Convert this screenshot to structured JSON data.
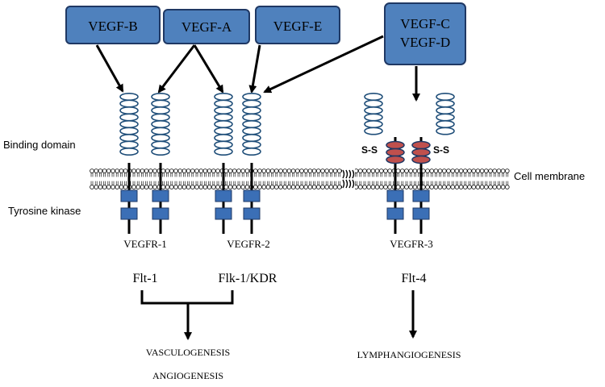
{
  "ligands": {
    "vegf_b": "VEGF-B",
    "vegf_a": "VEGF-A",
    "vegf_e": "VEGF-E",
    "vegf_c": "VEGF-C",
    "vegf_d": "VEGF-D"
  },
  "side_labels": {
    "binding_domain": "Binding domain",
    "tyrosine_kinase": "Tyrosine kinase",
    "cell_membrane": "Cell membrane"
  },
  "receptors": {
    "vegfr1": "VEGFR-1",
    "vegfr2": "VEGFR-2",
    "vegfr3": "VEGFR-3"
  },
  "aliases": {
    "flt1": "Flt-1",
    "flk1": "Flk-1/KDR",
    "flt4": "Flt-4"
  },
  "disulfide": {
    "left": "S-S",
    "right": "S-S"
  },
  "outcomes": {
    "vasculogenesis": "VASCULOGENESIS",
    "angiogenesis": "ANGIOGENESIS",
    "lymphangiogenesis": "LYMPHANGIOGENESIS"
  },
  "colors": {
    "box_fill": "#4f81bd",
    "box_stroke": "#1f3864",
    "coil": "#1f4e79",
    "kinase": "#3b6fb6",
    "ss_fill": "#c0504d"
  }
}
